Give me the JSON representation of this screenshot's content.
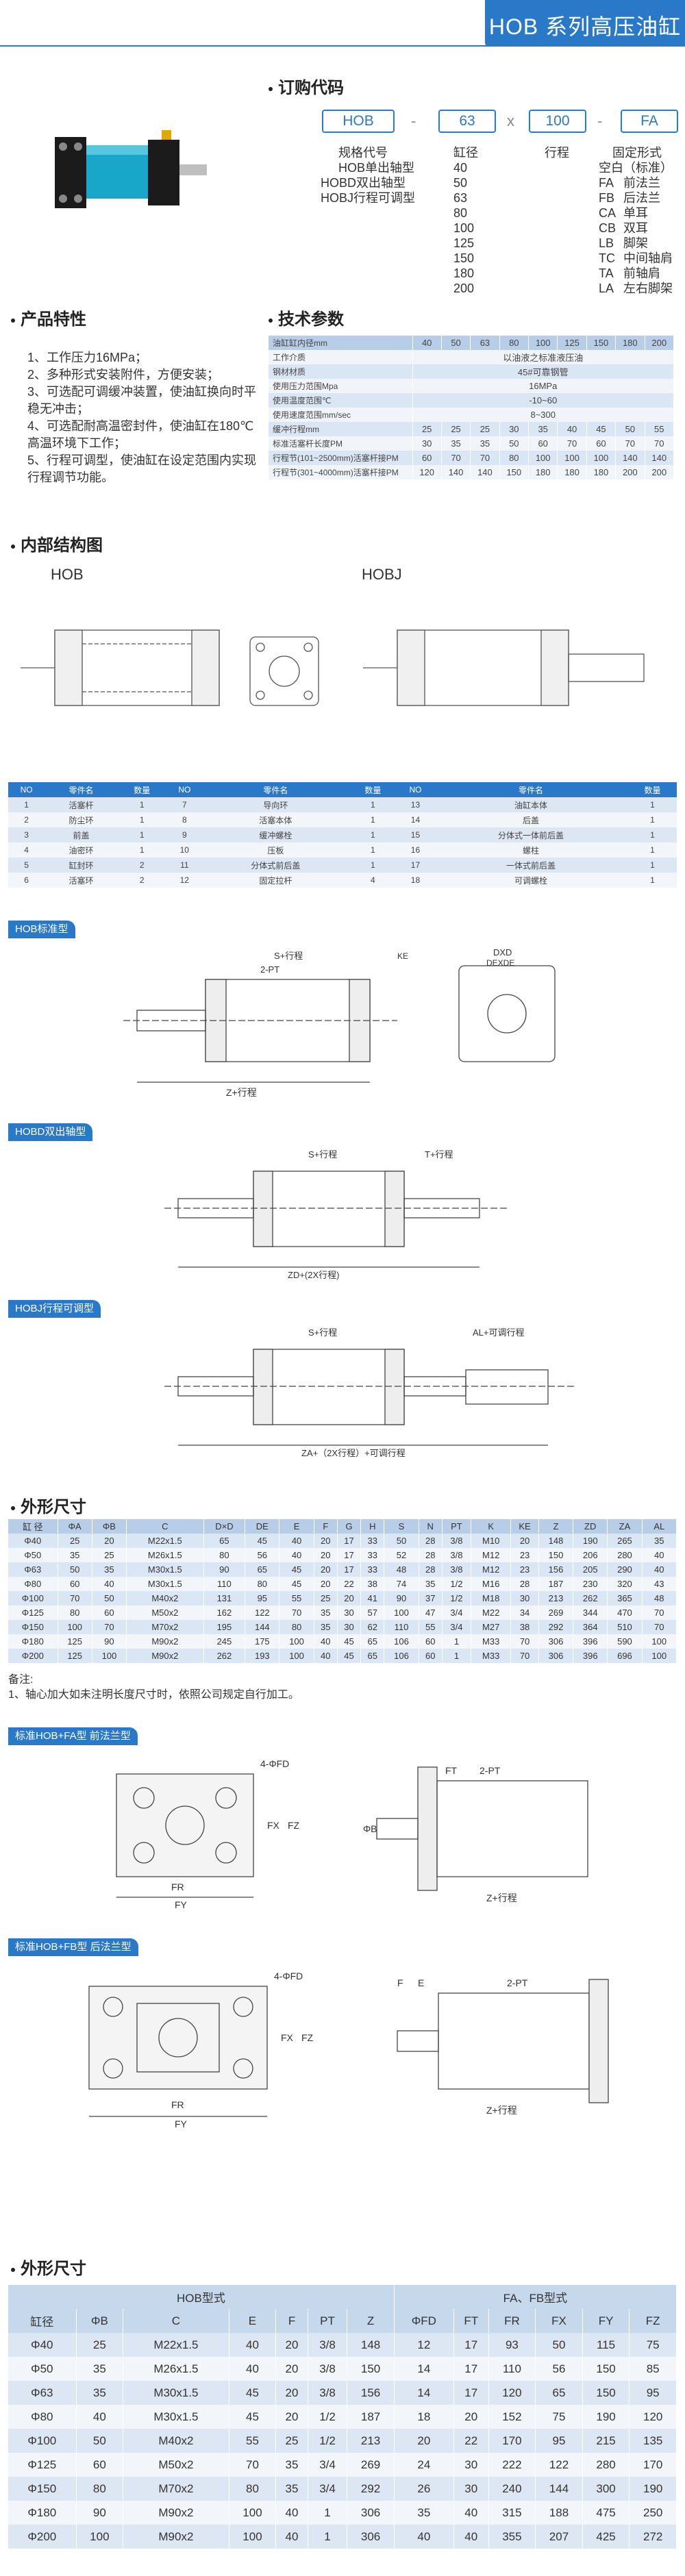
{
  "header": {
    "title": "HOB 系列高压油缸"
  },
  "order": {
    "title": "订购代码",
    "boxes": [
      "HOB",
      "63",
      "100",
      "FA"
    ],
    "seps": [
      "-",
      "x",
      "-"
    ],
    "col1_title": "规格代号",
    "col1": [
      "HOB单出轴型",
      "HOBD双出轴型",
      "HOBJ行程可调型"
    ],
    "col2_title": "缸径",
    "col2": [
      "40",
      "50",
      "63",
      "80",
      "100",
      "125",
      "150",
      "180",
      "200"
    ],
    "col3_title": "行程",
    "col4_title": "固定形式",
    "col4": [
      [
        "空白（标准）",
        ""
      ],
      [
        "FA",
        "前法兰"
      ],
      [
        "FB",
        "后法兰"
      ],
      [
        "CA",
        "单耳"
      ],
      [
        "CB",
        "双耳"
      ],
      [
        "LB",
        "脚架"
      ],
      [
        "TC",
        "中间轴肩"
      ],
      [
        "TA",
        "前轴肩"
      ],
      [
        "LA",
        "左右脚架"
      ]
    ]
  },
  "features": {
    "title": "产品特性",
    "items": [
      "1、工作压力16MPa；",
      "2、多种形式安装附件，方便安装；",
      "3、可选配可调缓冲装置，使油缸换向时平稳无冲击；",
      "4、可选配耐高温密封件，使油缸在180℃高温环境下工作；",
      "5、行程可调型，使油缸在设定范围内实现行程调节功能。"
    ]
  },
  "specs": {
    "title": "技术参数",
    "rows": [
      [
        "油缸缸内径mm",
        "40",
        "50",
        "63",
        "80",
        "100",
        "125",
        "150",
        "180",
        "200"
      ],
      [
        "工作介质",
        "以油液之标准液压油"
      ],
      [
        "钢材材质",
        "45#可靠钢管"
      ],
      [
        "使用压力范围Mpa",
        "16MPa"
      ],
      [
        "使用温度范围℃",
        "-10~60"
      ],
      [
        "使用速度范围mm/sec",
        "8~300"
      ],
      [
        "缓冲行程mm",
        "25",
        "25",
        "25",
        "30",
        "35",
        "40",
        "45",
        "50",
        "55"
      ],
      [
        "标准活塞杆长度PM",
        "30",
        "35",
        "35",
        "50",
        "60",
        "70",
        "60",
        "70",
        "70"
      ],
      [
        "行程节(101~2500mm)活塞杆接PM",
        "60",
        "70",
        "70",
        "80",
        "100",
        "100",
        "100",
        "140",
        "140"
      ],
      [
        "行程节(301~4000mm)活塞杆接PM",
        "120",
        "140",
        "140",
        "150",
        "180",
        "180",
        "180",
        "200",
        "200"
      ]
    ]
  },
  "structure": {
    "title": "内部结构图",
    "left": "HOB",
    "right": "HOBJ"
  },
  "parts": {
    "header": [
      "NO",
      "零件名",
      "数量",
      "NO",
      "零件名",
      "数量",
      "NO",
      "零件名",
      "数量"
    ],
    "rows": [
      [
        "1",
        "活塞杆",
        "1",
        "7",
        "导向环",
        "1",
        "13",
        "油缸本体",
        "1"
      ],
      [
        "2",
        "防尘环",
        "1",
        "8",
        "活塞本体",
        "1",
        "14",
        "后盖",
        "1"
      ],
      [
        "3",
        "前盖",
        "1",
        "9",
        "缓冲螺栓",
        "1",
        "15",
        "分体式一体前后盖",
        "1"
      ],
      [
        "4",
        "油密环",
        "1",
        "10",
        "压板",
        "1",
        "16",
        "螺柱",
        "1"
      ],
      [
        "5",
        "缸封环",
        "2",
        "11",
        "分体式前后盖",
        "1",
        "17",
        "一体式前后盖",
        "1"
      ],
      [
        "6",
        "活塞环",
        "2",
        "12",
        "固定拉杆",
        "4",
        "18",
        "可调螺栓",
        "1"
      ]
    ]
  },
  "drawings": {
    "hob_tag": "HOB标准型",
    "hobd_tag": "HOBD双出轴型",
    "hobj_tag": "HOBJ行程可调型",
    "hob_labels": {
      "stroke": "S+行程",
      "total": "Z+行程",
      "pt": "2-PT",
      "dxd": "DXD",
      "dexde": "DEXDE",
      "ke": "KE"
    },
    "hobd_labels": {
      "stroke": "S+行程",
      "t": "T+行程",
      "zd": "ZD+(2X行程)"
    },
    "hobj_labels": {
      "stroke": "S+行程",
      "al": "AL+可调行程",
      "za": "ZA+（2X行程）+可调行程"
    }
  },
  "dims1": {
    "title": "外形尺寸",
    "header": [
      "缸 径",
      "ΦA",
      "ΦB",
      "C",
      "D×D",
      "DE",
      "E",
      "F",
      "G",
      "H",
      "S",
      "N",
      "PT",
      "K",
      "KE",
      "Z",
      "ZD",
      "ZA",
      "AL"
    ],
    "rows": [
      [
        "Φ40",
        "25",
        "20",
        "M22x1.5",
        "65",
        "45",
        "40",
        "20",
        "17",
        "33",
        "50",
        "28",
        "3/8",
        "M10",
        "20",
        "148",
        "190",
        "265",
        "35"
      ],
      [
        "Φ50",
        "35",
        "25",
        "M26x1.5",
        "80",
        "56",
        "40",
        "20",
        "17",
        "33",
        "52",
        "28",
        "3/8",
        "M12",
        "23",
        "150",
        "206",
        "280",
        "40"
      ],
      [
        "Φ63",
        "50",
        "35",
        "M30x1.5",
        "90",
        "65",
        "45",
        "20",
        "17",
        "33",
        "48",
        "28",
        "3/8",
        "M12",
        "23",
        "156",
        "205",
        "290",
        "40"
      ],
      [
        "Φ80",
        "60",
        "40",
        "M30x1.5",
        "110",
        "80",
        "45",
        "20",
        "22",
        "38",
        "74",
        "35",
        "1/2",
        "M16",
        "28",
        "187",
        "230",
        "320",
        "43"
      ],
      [
        "Φ100",
        "70",
        "50",
        "M40x2",
        "131",
        "95",
        "55",
        "25",
        "20",
        "41",
        "90",
        "37",
        "1/2",
        "M18",
        "30",
        "213",
        "262",
        "365",
        "48"
      ],
      [
        "Φ125",
        "80",
        "60",
        "M50x2",
        "162",
        "122",
        "70",
        "35",
        "30",
        "57",
        "100",
        "47",
        "3/4",
        "M22",
        "34",
        "269",
        "344",
        "470",
        "70"
      ],
      [
        "Φ150",
        "100",
        "70",
        "M70x2",
        "195",
        "144",
        "80",
        "35",
        "30",
        "62",
        "110",
        "55",
        "3/4",
        "M27",
        "38",
        "292",
        "364",
        "510",
        "70"
      ],
      [
        "Φ180",
        "125",
        "90",
        "M90x2",
        "245",
        "175",
        "100",
        "40",
        "45",
        "65",
        "106",
        "60",
        "1",
        "M33",
        "70",
        "306",
        "396",
        "590",
        "100"
      ],
      [
        "Φ200",
        "125",
        "100",
        "M90x2",
        "262",
        "193",
        "100",
        "40",
        "45",
        "65",
        "106",
        "60",
        "1",
        "M33",
        "70",
        "306",
        "396",
        "696",
        "100"
      ]
    ],
    "note_title": "备注:",
    "note": "1、轴心加大如未注明长度尺寸时，依照公司规定自行加工。"
  },
  "flange": {
    "fa_tag": "标准HOB+FA型 前法兰型",
    "fb_tag": "标准HOB+FB型 后法兰型",
    "labels": {
      "fd": "4-ΦFD",
      "fx": "FX",
      "fz": "FZ",
      "fr": "FR",
      "fy": "FY",
      "ft": "FT",
      "pt": "2-PT",
      "f": "F",
      "e": "E",
      "z": "Z+行程",
      "b": "ΦB"
    }
  },
  "dims2": {
    "title": "外形尺寸",
    "group1": "HOB型式",
    "group2": "FA、FB型式",
    "header": [
      "缸径",
      "ΦB",
      "C",
      "E",
      "F",
      "PT",
      "Z",
      "ΦFD",
      "FT",
      "FR",
      "FX",
      "FY",
      "FZ"
    ],
    "rows": [
      [
        "Φ40",
        "25",
        "M22x1.5",
        "40",
        "20",
        "3/8",
        "148",
        "12",
        "17",
        "93",
        "50",
        "115",
        "75"
      ],
      [
        "Φ50",
        "35",
        "M26x1.5",
        "40",
        "20",
        "3/8",
        "150",
        "14",
        "17",
        "110",
        "56",
        "150",
        "85"
      ],
      [
        "Φ63",
        "35",
        "M30x1.5",
        "45",
        "20",
        "3/8",
        "156",
        "14",
        "17",
        "120",
        "65",
        "150",
        "95"
      ],
      [
        "Φ80",
        "40",
        "M30x1.5",
        "45",
        "20",
        "1/2",
        "187",
        "18",
        "20",
        "152",
        "75",
        "190",
        "120"
      ],
      [
        "Φ100",
        "50",
        "M40x2",
        "55",
        "25",
        "1/2",
        "213",
        "20",
        "22",
        "170",
        "95",
        "215",
        "135"
      ],
      [
        "Φ125",
        "60",
        "M50x2",
        "70",
        "35",
        "3/4",
        "269",
        "24",
        "30",
        "222",
        "122",
        "280",
        "170"
      ],
      [
        "Φ150",
        "80",
        "M70x2",
        "80",
        "35",
        "3/4",
        "292",
        "26",
        "30",
        "240",
        "144",
        "300",
        "190"
      ],
      [
        "Φ180",
        "90",
        "M90x2",
        "100",
        "40",
        "1",
        "306",
        "35",
        "40",
        "315",
        "188",
        "475",
        "250"
      ],
      [
        "Φ200",
        "100",
        "M90x2",
        "100",
        "40",
        "1",
        "306",
        "40",
        "40",
        "355",
        "207",
        "425",
        "272"
      ]
    ]
  },
  "colors": {
    "accent": "#2a78c8",
    "cylinder": "#19a7c9"
  }
}
